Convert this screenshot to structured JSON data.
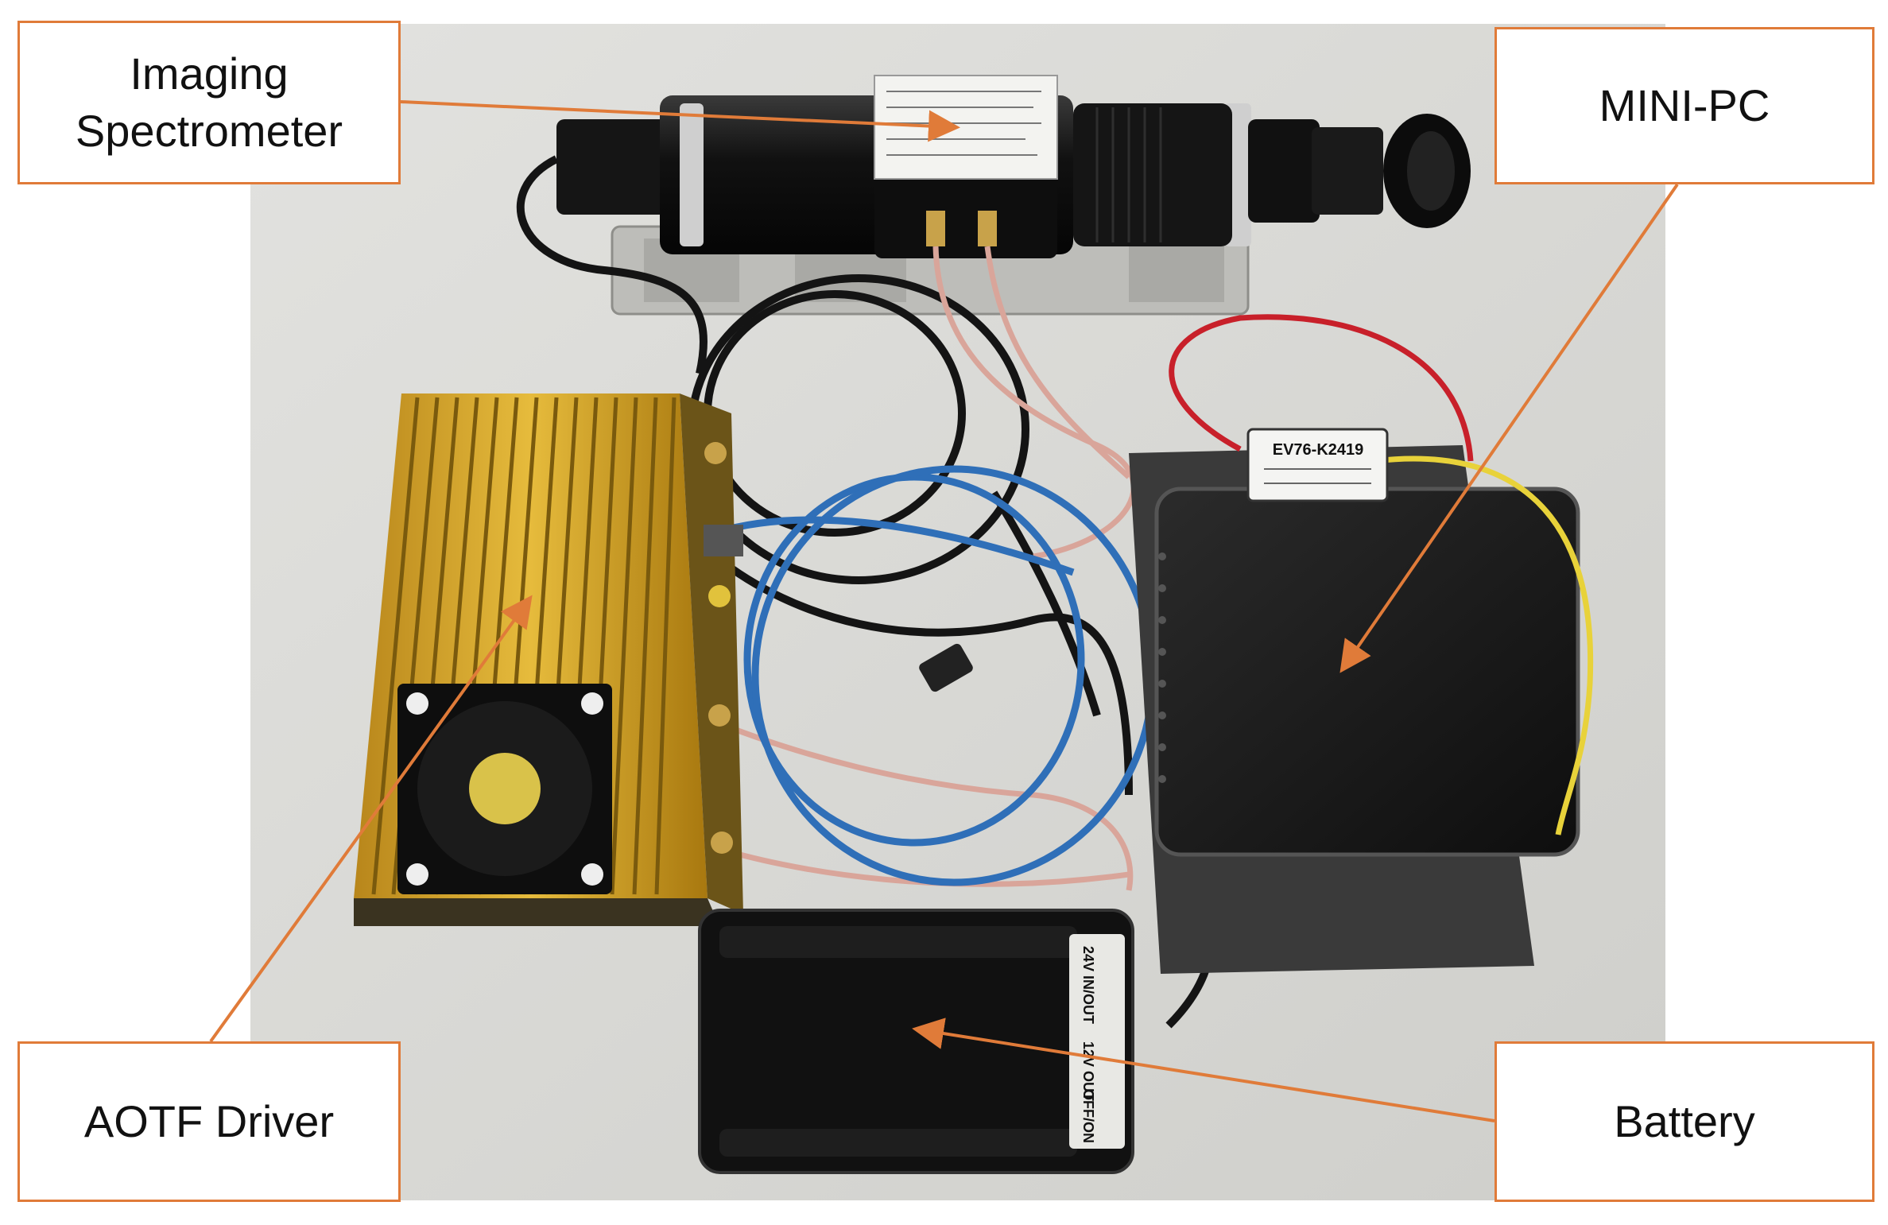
{
  "labels": {
    "imaging_spectrometer": "Imaging\nSpectrometer",
    "mini_pc": "MINI-PC",
    "aotf_driver": "AOTF Driver",
    "battery": "Battery"
  },
  "printed_text": {
    "converter_model": "EV76-K2419",
    "battery_port_1": "24V IN/OUT",
    "battery_port_2": "12V OUT",
    "battery_switch": "OFF/ON"
  },
  "colors": {
    "callout_border": "#E07B39",
    "arrow": "#E07B39",
    "heatsink_gold": "#D4A52A",
    "device_black": "#1c1c1c",
    "floor": "#d6d6d3",
    "usb_blue": "#2f6fb8"
  }
}
